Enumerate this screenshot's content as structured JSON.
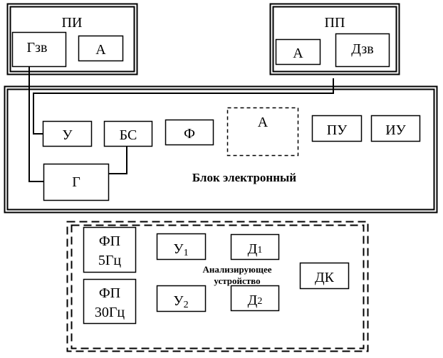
{
  "blocks": {
    "pi": {
      "title": "ПИ",
      "gzv": "Гзв",
      "a": "А"
    },
    "pp": {
      "title": "ПП",
      "a": "А",
      "dzv": "Дзв"
    },
    "electronic": {
      "title": "Блок электронный",
      "u": "У",
      "bs": "БС",
      "f": "Ф",
      "a": "А",
      "pu": "ПУ",
      "iu": "ИУ",
      "g": "Г"
    },
    "analyzer": {
      "title_line1": "Анализирующее",
      "title_line2": "устройство",
      "fp5_line1": "ФП",
      "fp5_line2": "5Гц",
      "fp30_line1": "ФП",
      "fp30_line2": "30Гц",
      "u1": "У",
      "u1_sub": "1",
      "u2": "У",
      "u2_sub": "2",
      "d1": "Д",
      "d1_sub": "1",
      "d2": "Д",
      "d2_sub": "2",
      "dk": "ДК"
    }
  }
}
